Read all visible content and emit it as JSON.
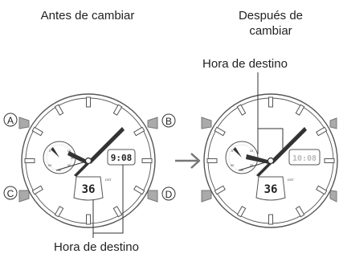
{
  "titles": {
    "before": "Antes de cambiar",
    "after_line1": "Después de",
    "after_line2": "cambiar"
  },
  "callouts": {
    "top": "Hora de destino",
    "bottom": "Hora de destino"
  },
  "buttons": {
    "a": "A",
    "b": "B",
    "c": "C",
    "d": "D"
  },
  "watch_before": {
    "upper_display": "9:08",
    "lower_display": "36",
    "dst_label": "DST",
    "subdial_numbers": [
      "10",
      "20",
      "30",
      "40",
      "50",
      "5"
    ]
  },
  "watch_after": {
    "upper_display": "10:08",
    "lower_display": "36",
    "dst_label": "DST",
    "subdial_numbers": [
      "10",
      "20",
      "30",
      "40",
      "50",
      "5"
    ]
  },
  "colors": {
    "line": "#555555",
    "hand": "#333333",
    "button": "#aaaaaa",
    "arrow": "#777777"
  }
}
